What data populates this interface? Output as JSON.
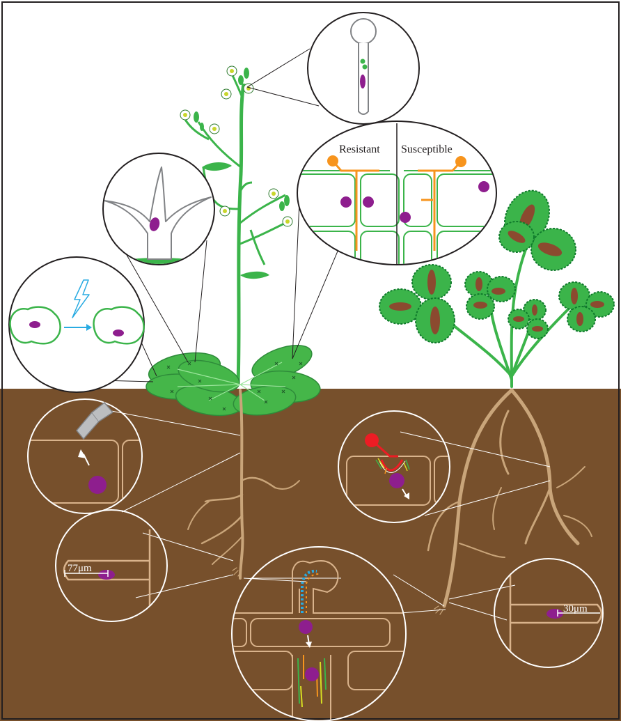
{
  "labels": {
    "resistant": "Resistant",
    "susceptible": "Susceptible",
    "measure_left": "77μm",
    "measure_right": "30μm"
  },
  "colors": {
    "soil": "#77502C",
    "sky": "#FFFFFF",
    "plant_green": "#3BB44A",
    "leaf_green": "#45B649",
    "cell_outline": "#D9B38C",
    "root": "#C9A57A",
    "nucleus": "#8E1E8E",
    "fungus_orange": "#F7941D",
    "fungus_red": "#ED1C24",
    "lesion_brown": "#8B4A2F",
    "lightning_blue": "#29ABE2"
  },
  "icons": [
    "lightning-icon",
    "arrow-icon",
    "microneedle-icon"
  ]
}
